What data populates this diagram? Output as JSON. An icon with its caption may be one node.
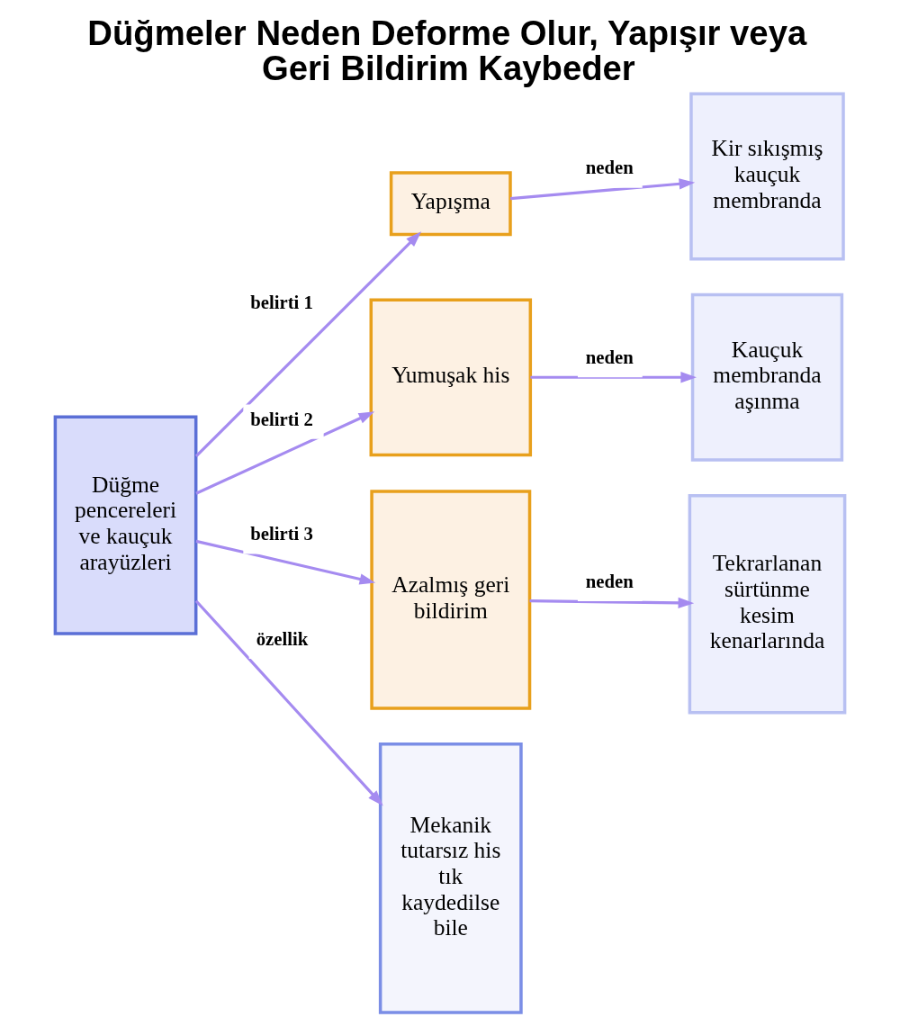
{
  "diagram": {
    "title": "Düğmeler Neden Deforme Olur, Yapışır veya Geri Bildirim Kaybeder",
    "nodes": [
      {
        "text": [
          "Düğme pencereleri ve kauçuk arayüzleri"
        ]
      },
      {
        "text": [
          "Yapışma"
        ]
      },
      {
        "text": [
          "Kir sıkışmış kauçuk membranda"
        ]
      },
      {
        "text": [
          "Yumuşak his"
        ]
      },
      {
        "text": [
          "Kauçuk membranda aşınma"
        ]
      },
      {
        "text": [
          "Azalmış geri bildirim"
        ]
      },
      {
        "text": [
          "Tekrarlanan sürtünme kesim kenarlarında"
        ]
      },
      {
        "text": [
          "Mekanik tutarsız his tık kaydedilse bile"
        ]
      }
    ],
    "edges": [
      {
        "from": 0,
        "to": 1,
        "arrow": "to",
        "label": "belirti 1"
      },
      {
        "from": 1,
        "to": 2,
        "arrow": "to",
        "label": "neden"
      },
      {
        "from": 0,
        "to": 3,
        "arrow": "to",
        "label": "belirti 2"
      },
      {
        "from": 3,
        "to": 4,
        "arrow": "to",
        "label": "neden"
      },
      {
        "from": 0,
        "to": 5,
        "arrow": "to",
        "label": "belirti 3"
      },
      {
        "from": 5,
        "to": 6,
        "arrow": "to",
        "label": "neden"
      },
      {
        "from": 0,
        "to": 7,
        "arrow": "to",
        "label": "özellik"
      }
    ]
  }
}
